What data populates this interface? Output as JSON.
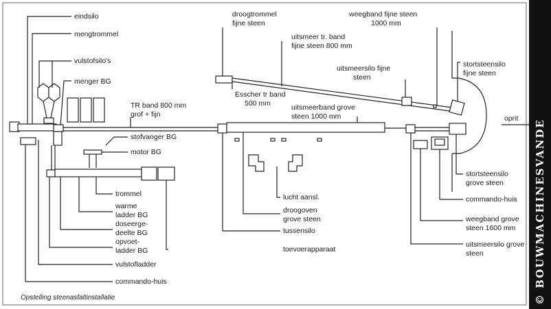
{
  "labels": {
    "eindsilo": "eindsilo",
    "mengtrommel": "mengtrommel",
    "vulstofsilos": "vulstofsilo's",
    "menger": "menger BG",
    "tr_band_1": "TR band 800 mm",
    "tr_band_2": "grof + fijn",
    "stofvanger": "stofvanger BG",
    "motor": "motor BG",
    "trommel": "trommel",
    "warme_1": "warme",
    "warme_2": "ladder BG",
    "doseer_1": "doseerge-",
    "doseer_2": "deelte BG",
    "opvoet_1": "opvoet-",
    "opvoet_2": "ladder BG",
    "vulstofladder": "vulstofladder",
    "commando_left": "commando-huis",
    "droogtrommel_1": "droogtrommel",
    "droogtrommel_2": "fijne steen",
    "uitsmeer_tr_1": "uitsmeer tr. band",
    "uitsmeer_tr_2": "fijne steen 800 mm",
    "escher_1": "Esscher tr band",
    "escher_2": "500 mm",
    "uitsmeerband_1": "uitsmeerband grove",
    "uitsmeerband_2": "steen 1000 mm",
    "weegband_fijn_1": "weegband fijne steen",
    "weegband_fijn_2": "1000 mm",
    "uitsmeersilo_fijn_1": "uitsmeersilo fijne",
    "uitsmeersilo_fijn_2": "steen",
    "stortsteen_fijn_1": "stortsteensilo",
    "stortsteen_fijn_2": "fijne steen",
    "oprit": "oprit",
    "stortsteen_grof_1": "stortsteensilo",
    "stortsteen_grof_2": "grove steen",
    "commando_right": "commando-huis",
    "weegband_grof_1": "weegband grove",
    "weegband_grof_2": "steen 1600 mm",
    "uitsmeersilo_grof_1": "uitsmeersilo grove",
    "uitsmeersilo_grof_2": "steen",
    "lucht": "lucht aansl.",
    "droogoven_1": "droogoven",
    "droogoven_2": "grove steen",
    "tussensilo": "tussensilo",
    "toevoer": "toevoerapparaat"
  },
  "caption": "Opstelling steenasfaltinstallatie",
  "watermark": "© BOUWMACHINESVANDE"
}
